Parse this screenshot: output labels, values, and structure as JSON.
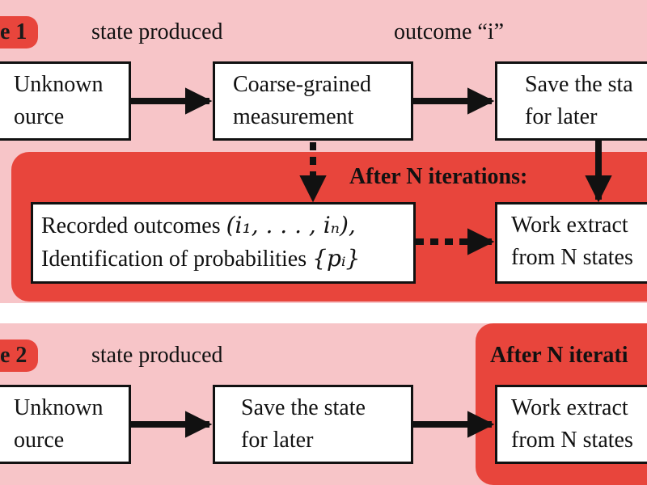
{
  "stage1": {
    "tag": "e 1",
    "label_state": "state produced",
    "label_outcome": "outcome “i”",
    "box_source": [
      "Unknown",
      "ource"
    ],
    "box_measure": [
      "Coarse-grained",
      "measurement"
    ],
    "box_save": [
      "Save the sta",
      "for later"
    ],
    "zone_title": "After N iterations:",
    "box_recorded_line1": "Recorded outcomes",
    "box_recorded_math1": "(i₁, . . . , iₙ),",
    "box_recorded_line2": "Identification of probabilities",
    "box_recorded_math2": "{pᵢ}",
    "box_work": [
      "Work extract",
      "from N states"
    ]
  },
  "stage2": {
    "tag": "e 2",
    "label_state": "state produced",
    "zone_title": "After N iterati",
    "box_source": [
      "Unknown",
      "ource"
    ],
    "box_save": [
      "Save the state",
      "for later"
    ],
    "box_work": [
      "Work extract",
      "from N states"
    ]
  },
  "colors": {
    "panel": "#f7c5c8",
    "accent": "#e8453c",
    "box_border": "#111111"
  }
}
